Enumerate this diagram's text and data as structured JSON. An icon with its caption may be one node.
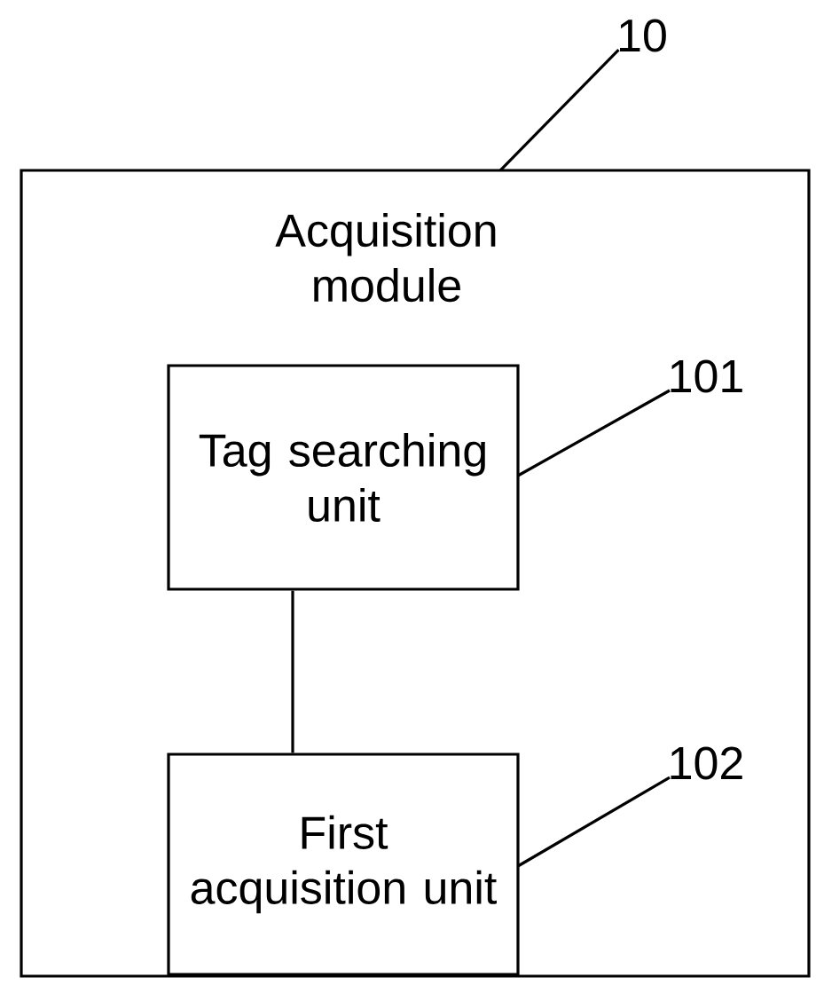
{
  "diagram": {
    "nodes": [
      {
        "text": [
          "Acquisition module"
        ]
      },
      {
        "text": [
          "Tag searching unit"
        ],
        "in": 0
      },
      {
        "text": [
          "First acquisition unit"
        ],
        "in": 0
      },
      {
        "text": [
          "10"
        ]
      },
      {
        "text": [
          "101"
        ],
        "in": 0
      },
      {
        "text": [
          "102"
        ],
        "in": 0
      }
    ],
    "edges": [
      {
        "from": 1,
        "to": 2,
        "arrow": "none"
      },
      {
        "from": 3,
        "to": 0,
        "arrow": "none"
      },
      {
        "from": 4,
        "to": 1,
        "arrow": "none"
      },
      {
        "from": 5,
        "to": 2,
        "arrow": "none"
      }
    ]
  }
}
